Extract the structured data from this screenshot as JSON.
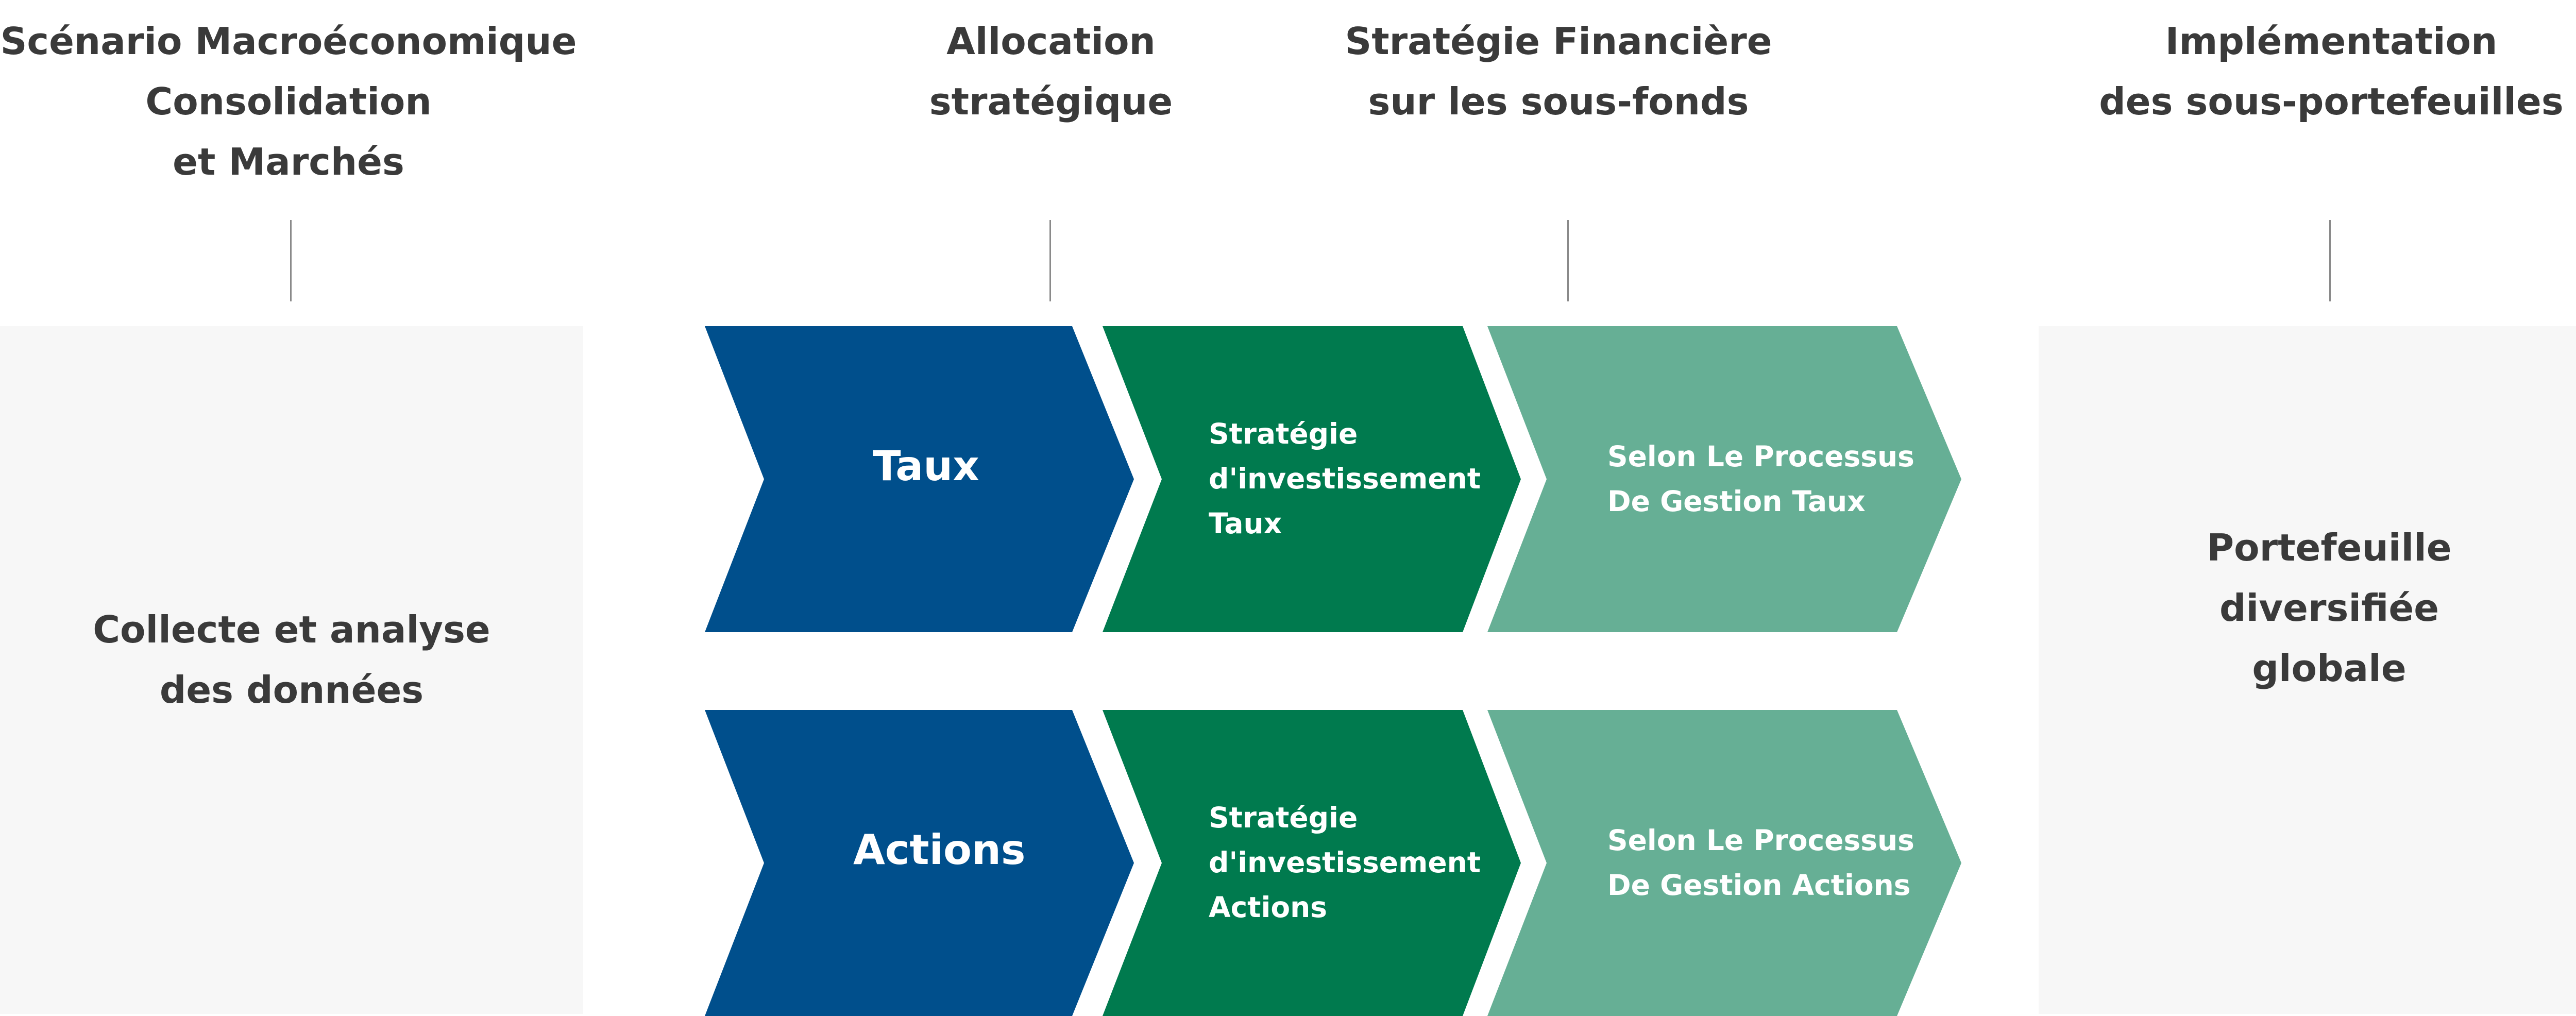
{
  "colors": {
    "dark_blue": "#004F8C",
    "dark_green": "#007A4E",
    "light_green": "#66AF95",
    "panel_bg": "#F7F7F7",
    "heading_text": "#3A3A3A",
    "connector_line": "#8A8A8A"
  },
  "headings": [
    {
      "lines": [
        "Scénario Macroéconomique",
        "Consolidation",
        "et Marchés"
      ]
    },
    {
      "lines": [
        "Allocation",
        "stratégique"
      ]
    },
    {
      "lines": [
        "Stratégie Financière",
        "sur les sous-fonds"
      ]
    },
    {
      "lines": [
        "Implémentation",
        "des sous-portefeuilles"
      ]
    }
  ],
  "left_panel": {
    "lines": [
      "Collecte et analyse",
      "des données"
    ]
  },
  "right_panel": {
    "lines": [
      "Portefeuille",
      "diversifiée",
      "globale"
    ]
  },
  "rows": [
    {
      "asset_class": "Taux",
      "strategy_lines": [
        "Stratégie",
        "d'investissement",
        "Taux"
      ],
      "process_lines": [
        "Selon Le Processus",
        "De Gestion Taux"
      ]
    },
    {
      "asset_class": "Actions",
      "strategy_lines": [
        "Stratégie",
        "d'investissement",
        "Actions"
      ],
      "process_lines": [
        "Selon Le Processus",
        "De Gestion Actions"
      ]
    }
  ]
}
